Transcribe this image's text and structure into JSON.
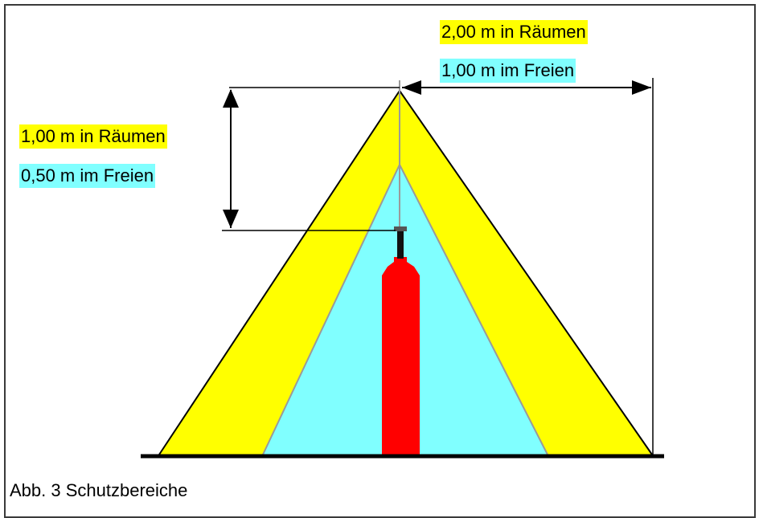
{
  "labels": {
    "top_indoor": "2,00 m in Räumen",
    "top_outdoor": "1,00 m im Freien",
    "side_indoor": "1,00 m in Räumen",
    "side_outdoor": "0,50 m im Freien"
  },
  "caption": "Abb. 3 Schutzbereiche",
  "colors": {
    "indoor_zone": "#ffff00",
    "outdoor_zone": "#80ffff",
    "cylinder": "#ff0000",
    "line": "#000000"
  }
}
